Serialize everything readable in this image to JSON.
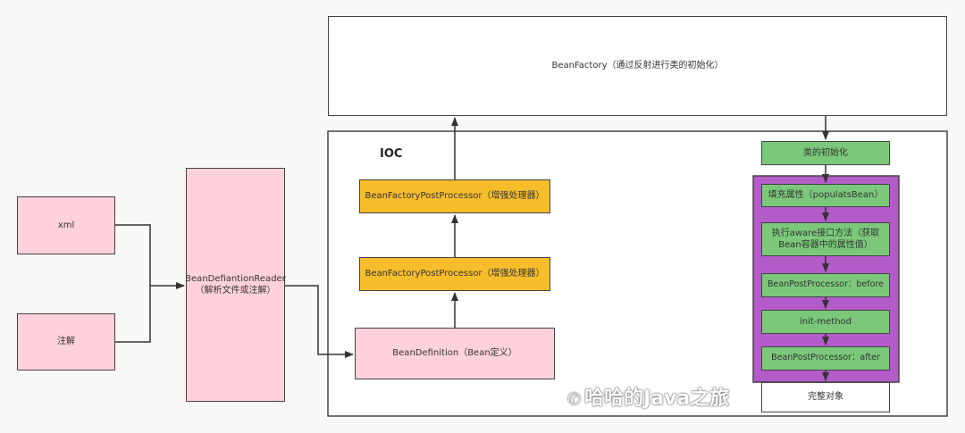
{
  "nodes": {
    "xml": "xml",
    "annotation": "注解",
    "reader": "BeanDefiantionReader（解析文件或注解）",
    "bean_factory": "BeanFactory（通过反射进行类的初始化）",
    "ioc_label": "IOC",
    "bfpp_top": "BeanFactoryPostProcessor（增强处理器）",
    "bfpp_bottom": "BeanFactoryPostProcessor（增强处理器）",
    "bean_definition": "BeanDefinition（Bean定义）",
    "class_init": "类的初始化",
    "populate": "填充属性（populatsBean）",
    "aware": "执行aware接口方法（获取Bean容器中的属性值）",
    "bpp_before": "BeanPostProcessor：before",
    "init_method": "init-method",
    "bpp_after": "BeanPostProcessor：after",
    "complete_object": "完整对象"
  },
  "watermark": "哈哈的Java之旅",
  "colors": {
    "pink": "#ffd1da",
    "orange": "#f7bd2a",
    "green": "#7bc87b",
    "purple": "#b25bc9"
  }
}
